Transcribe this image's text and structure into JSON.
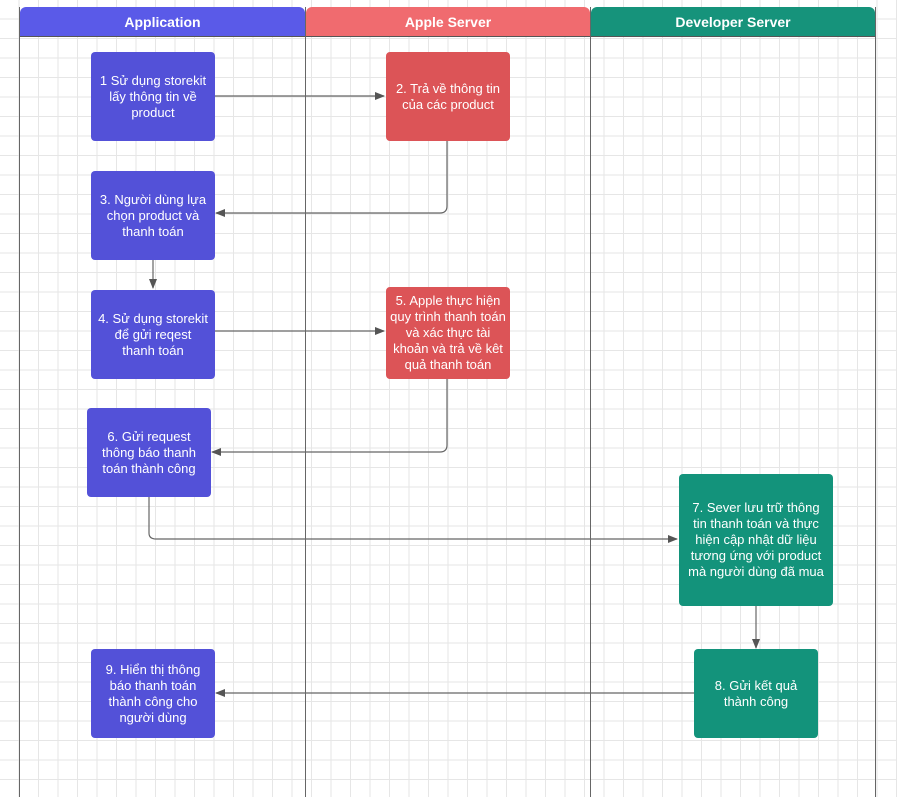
{
  "lanes": [
    {
      "id": "application",
      "title": "Application",
      "color": "#5a5ae8"
    },
    {
      "id": "apple",
      "title": "Apple Server",
      "color": "#f06b6f"
    },
    {
      "id": "developer",
      "title": "Developer Server",
      "color": "#16937b"
    }
  ],
  "colors": {
    "app_node": "#5351d8",
    "apple_node": "#dc5457",
    "dev_node": "#13937b",
    "connector": "#666666"
  },
  "nodes": {
    "n1": "1 Sử dụng storekit lấy thông tin về product",
    "n2": "2. Trả về thông tin của các product",
    "n3": "3. Người dùng lựa chọn product và thanh toán",
    "n4": "4. Sử dụng storekit để gửi reqest thanh toán",
    "n5": "5. Apple thực hiện quy trình thanh toán và xác thực tài khoản và trả về kêt quả thanh toán",
    "n6": "6. Gửi request thông báo thanh toán thành công",
    "n7": "7. Sever lưu trữ thông tin thanh toán và thực hiện cập nhật dữ liệu tương ứng với product mà người dùng đã mua",
    "n8": "8. Gửi kết quả thành công",
    "n9": "9. Hiển thị thông báo thanh toán thành công cho người dùng"
  }
}
